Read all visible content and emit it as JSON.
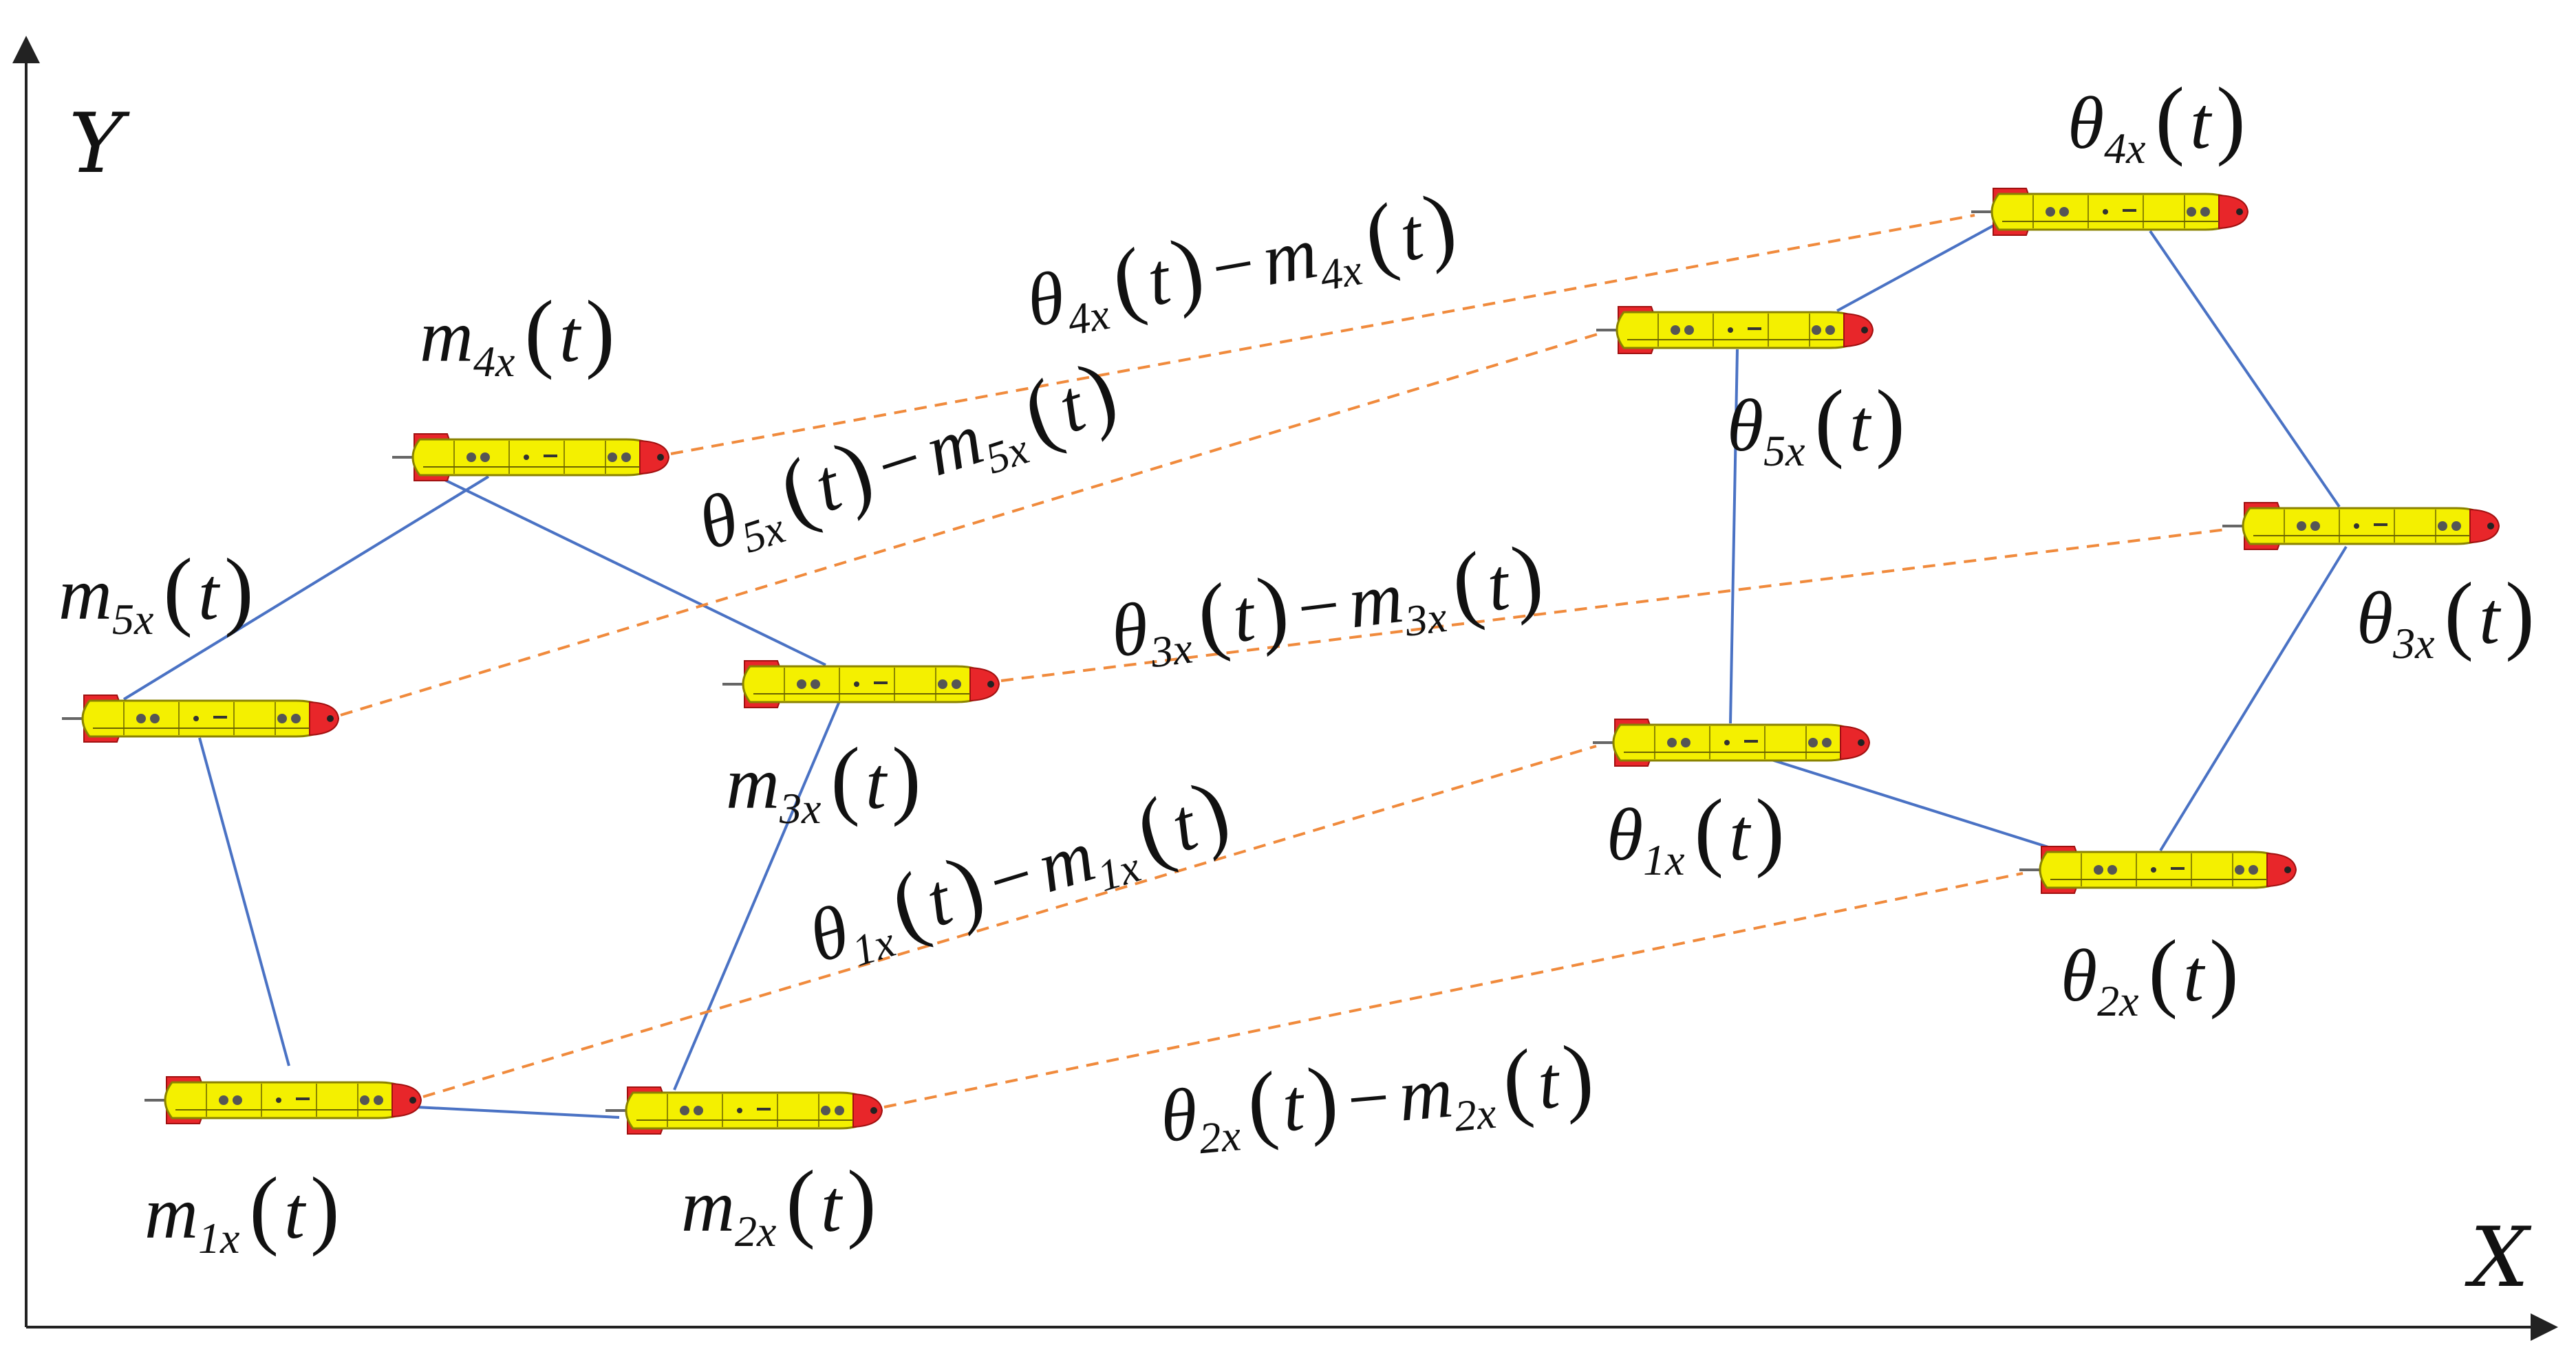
{
  "axes": {
    "x_label": "X",
    "y_label": "Y"
  },
  "formation_m": {
    "vehicles": [
      {
        "id": "m1",
        "label": {
          "sym": "m",
          "sub": "1x",
          "arg": "t"
        }
      },
      {
        "id": "m2",
        "label": {
          "sym": "m",
          "sub": "2x",
          "arg": "t"
        }
      },
      {
        "id": "m3",
        "label": {
          "sym": "m",
          "sub": "3x",
          "arg": "t"
        }
      },
      {
        "id": "m4",
        "label": {
          "sym": "m",
          "sub": "4x",
          "arg": "t"
        }
      },
      {
        "id": "m5",
        "label": {
          "sym": "m",
          "sub": "5x",
          "arg": "t"
        }
      }
    ],
    "links": [
      [
        "m1",
        "m2"
      ],
      [
        "m2",
        "m3"
      ],
      [
        "m3",
        "m4"
      ],
      [
        "m4",
        "m5"
      ],
      [
        "m5",
        "m1"
      ]
    ]
  },
  "formation_theta": {
    "vehicles": [
      {
        "id": "th1",
        "label": {
          "sym": "θ",
          "sub": "1x",
          "arg": "t"
        }
      },
      {
        "id": "th2",
        "label": {
          "sym": "θ",
          "sub": "2x",
          "arg": "t"
        }
      },
      {
        "id": "th3",
        "label": {
          "sym": "θ",
          "sub": "3x",
          "arg": "t"
        }
      },
      {
        "id": "th4",
        "label": {
          "sym": "θ",
          "sub": "4x",
          "arg": "t"
        }
      },
      {
        "id": "th5",
        "label": {
          "sym": "θ",
          "sub": "5x",
          "arg": "t"
        }
      }
    ],
    "links": [
      [
        "th1",
        "th2"
      ],
      [
        "th2",
        "th3"
      ],
      [
        "th3",
        "th4"
      ],
      [
        "th4",
        "th5"
      ],
      [
        "th5",
        "th1"
      ]
    ]
  },
  "error_links": [
    {
      "from": "m1",
      "to": "th1",
      "label": {
        "a": "θ",
        "b": "m",
        "sub": "1x",
        "arg": "t",
        "op": "−"
      }
    },
    {
      "from": "m2",
      "to": "th2",
      "label": {
        "a": "θ",
        "b": "m",
        "sub": "2x",
        "arg": "t",
        "op": "−"
      }
    },
    {
      "from": "m3",
      "to": "th3",
      "label": {
        "a": "θ",
        "b": "m",
        "sub": "3x",
        "arg": "t",
        "op": "−"
      }
    },
    {
      "from": "m4",
      "to": "th4",
      "label": {
        "a": "θ",
        "b": "m",
        "sub": "4x",
        "arg": "t",
        "op": "−"
      }
    },
    {
      "from": "m5",
      "to": "th5",
      "label": {
        "a": "θ",
        "b": "m",
        "sub": "5x",
        "arg": "t",
        "op": "−"
      }
    }
  ],
  "colors": {
    "formation_link": "#4a72c4",
    "error_link": "#f08a3c",
    "vehicle_body": "#f4f000",
    "vehicle_nose": "#e8262a",
    "vehicle_fin": "#e8262a"
  }
}
